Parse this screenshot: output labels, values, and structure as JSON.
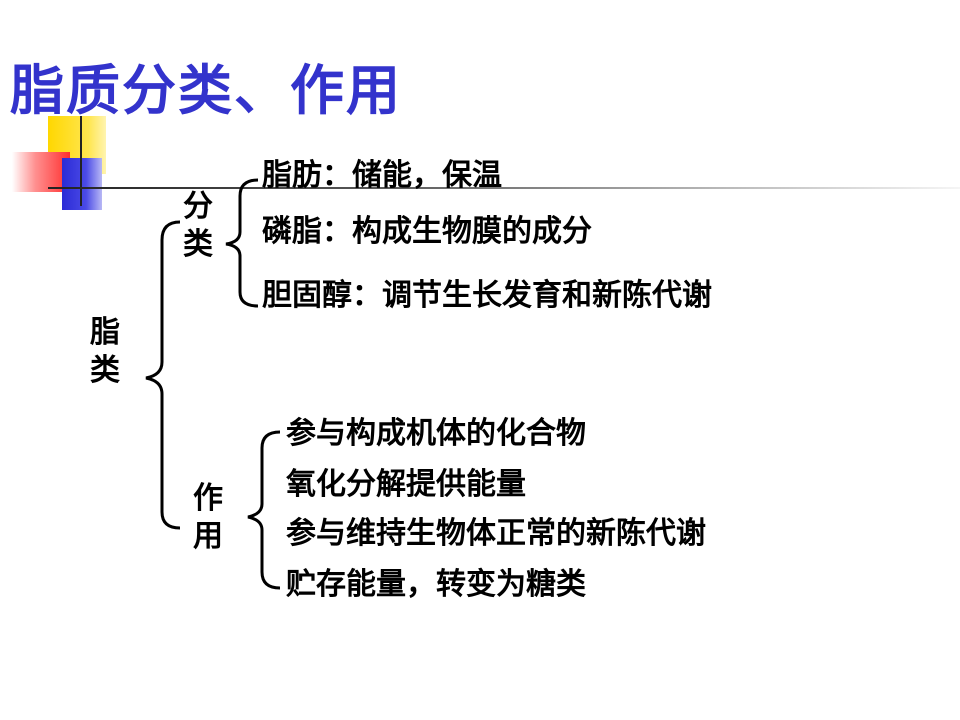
{
  "slide": {
    "title": "脂质分类、作用",
    "colors": {
      "title": "#3333cc",
      "text": "#000000",
      "accent_yellow": "#ffd700",
      "accent_red": "#ff2f2f",
      "accent_blue": "#2b2bd6"
    }
  },
  "tree": {
    "root_label": "脂类",
    "classification": {
      "label": "分类",
      "items": [
        "脂肪：储能，保温",
        "磷脂：构成生物膜的成分",
        "胆固醇：调节生长发育和新陈代谢"
      ]
    },
    "function": {
      "label": "作用",
      "items": [
        "参与构成机体的化合物",
        "氧化分解提供能量",
        "参与维持生物体正常的新陈代谢",
        "贮存能量，转变为糖类"
      ]
    }
  }
}
